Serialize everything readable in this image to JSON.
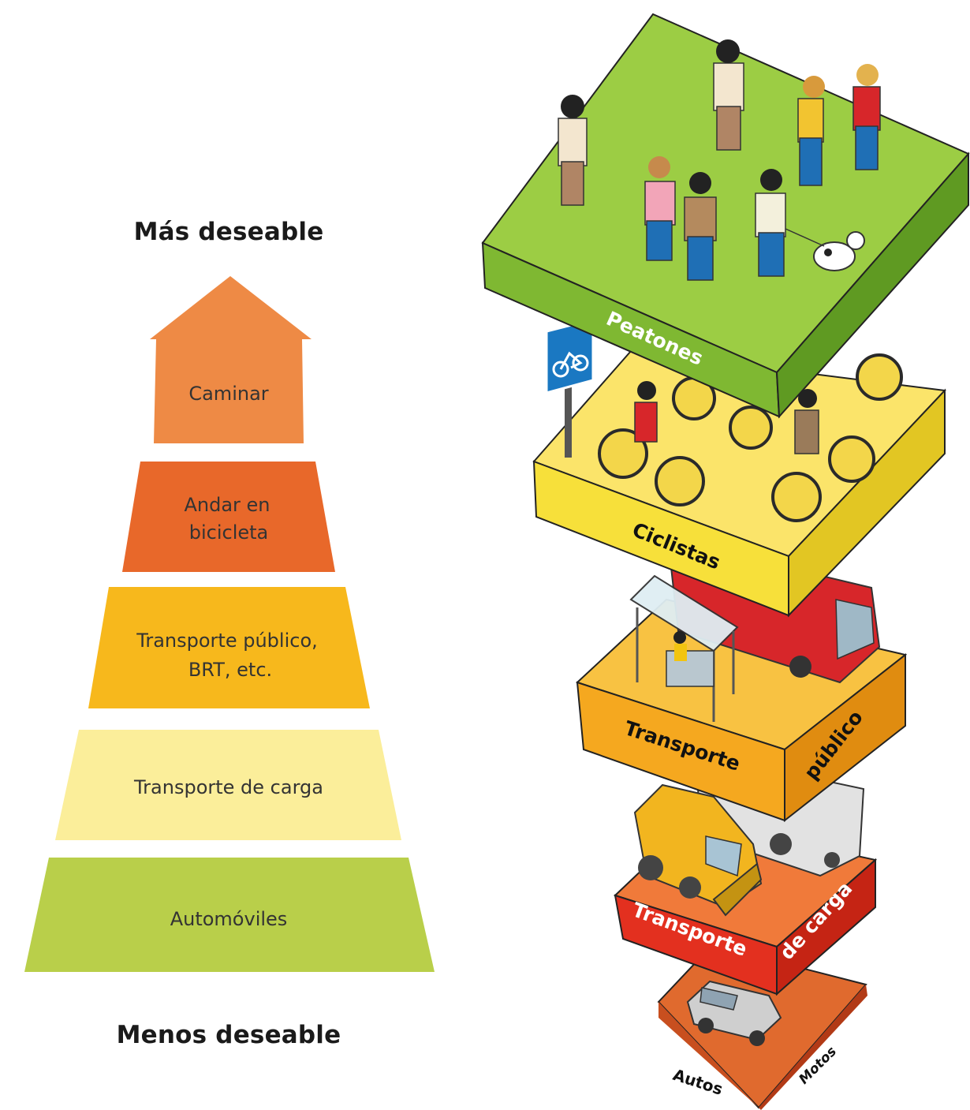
{
  "headings": {
    "top": "Más deseable",
    "bottom": "Menos deseable"
  },
  "pyramid": {
    "tiers": [
      {
        "lines": [
          "Caminar"
        ],
        "color": "#ee8a45"
      },
      {
        "lines": [
          "Andar en",
          "bicicleta"
        ],
        "color": "#e8682a"
      },
      {
        "lines": [
          "Transporte público,",
          "BRT, etc."
        ],
        "color": "#f7b81c"
      },
      {
        "lines": [
          "Transporte de carga"
        ],
        "color": "#fbee9a"
      },
      {
        "lines": [
          "Automóviles"
        ],
        "color": "#b9cf4a"
      }
    ]
  },
  "illustration": {
    "levels": {
      "pedestrians": {
        "label": "Peatones",
        "color": "#8dc23a"
      },
      "cyclists": {
        "label": "Ciclistas",
        "color": "#f7e03a"
      },
      "public_transport": {
        "label_1": "Transporte",
        "label_2": "público",
        "color": "#f5a81f"
      },
      "freight": {
        "label_1": "Transporte",
        "label_2": "de carga",
        "color": "#e3301f"
      },
      "cars": {
        "label_1": "Autos",
        "label_2": "Motos",
        "color": "#e8632a"
      }
    },
    "bike_sign_icon": "bicycle-icon"
  }
}
